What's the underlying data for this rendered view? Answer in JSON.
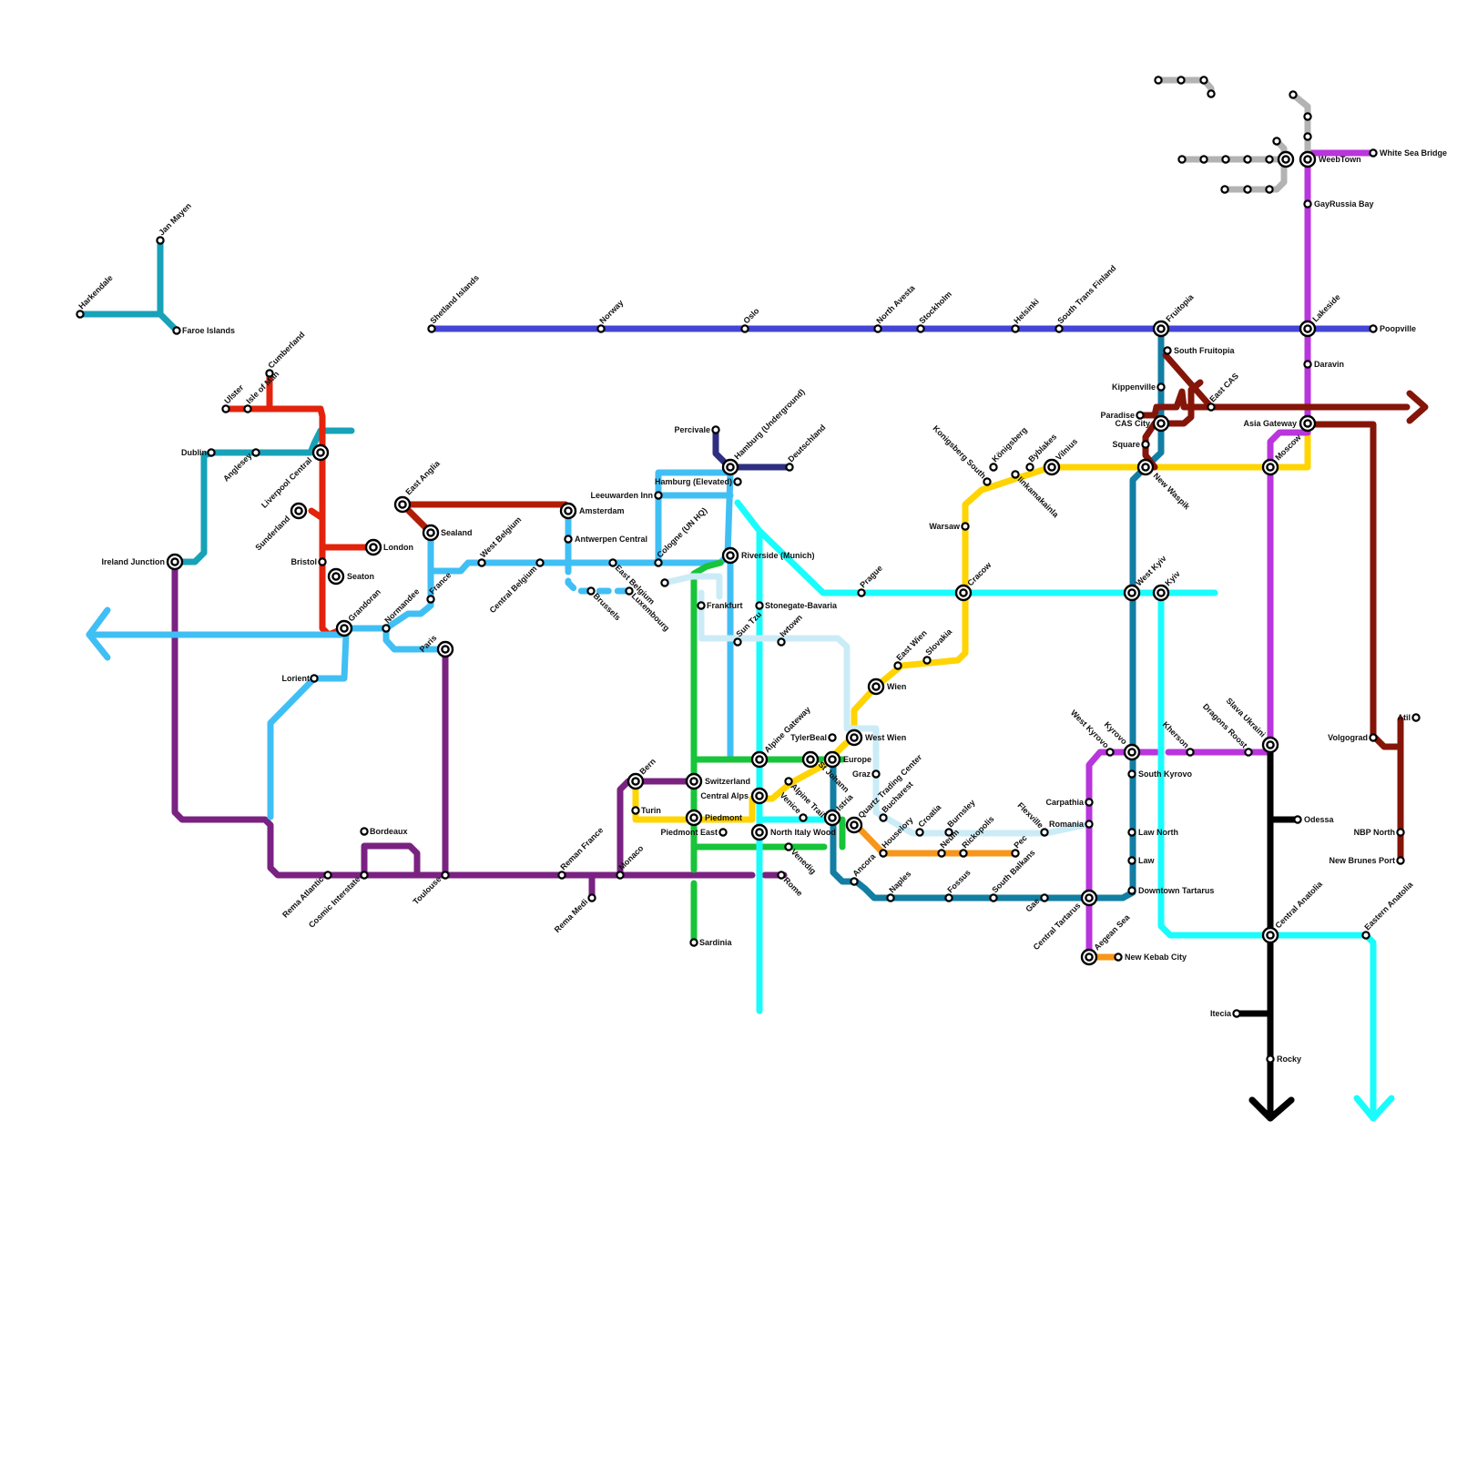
{
  "colors": {
    "darkred": "#b31d06",
    "red": "#e3230c",
    "orange": "#f7961a",
    "yellow": "#ffd400",
    "green": "#18c43a",
    "lightblue": "#40bff5",
    "paleblue": "#cbecf7",
    "cyan": "#1afcfc",
    "navy": "#2e2e80",
    "royal": "#4445d6",
    "teal": "#17a2b8",
    "petrol": "#127ea3",
    "purple": "#7a2282",
    "magenta": "#b935dc",
    "maroon": "#841508",
    "black": "#000000",
    "grey": "#b3b3b3"
  },
  "lines": [
    {
      "id": "north-sea",
      "color": "royal"
    },
    {
      "id": "ireland",
      "color": "teal"
    },
    {
      "id": "atlantic",
      "color": "purple"
    },
    {
      "id": "britain",
      "color": "red"
    },
    {
      "id": "channel",
      "color": "lightblue"
    },
    {
      "id": "anglia",
      "color": "darkred"
    },
    {
      "id": "rhine",
      "color": "navy"
    },
    {
      "id": "alpine",
      "color": "green"
    },
    {
      "id": "continental",
      "color": "cyan"
    },
    {
      "id": "danube",
      "color": "yellow"
    },
    {
      "id": "adriatic",
      "color": "orange"
    },
    {
      "id": "balkan",
      "color": "petrol"
    },
    {
      "id": "carpathian",
      "color": "paleblue"
    },
    {
      "id": "ukraine",
      "color": "magenta"
    },
    {
      "id": "caspian",
      "color": "maroon"
    },
    {
      "id": "ural",
      "color": "black"
    },
    {
      "id": "arctic",
      "color": "grey"
    }
  ],
  "stations": [
    {
      "name": "Harkendale"
    },
    {
      "name": "Jan Mayen"
    },
    {
      "name": "Faroe Islands"
    },
    {
      "name": "Shetland Islands"
    },
    {
      "name": "Norway"
    },
    {
      "name": "Oslo"
    },
    {
      "name": "North Avesta"
    },
    {
      "name": "Stockholm"
    },
    {
      "name": "Helsinki"
    },
    {
      "name": "South Trans Finland"
    },
    {
      "name": "Fruitopia"
    },
    {
      "name": "Lakeside"
    },
    {
      "name": "Poopville"
    },
    {
      "name": "Ulster"
    },
    {
      "name": "Isle of Man"
    },
    {
      "name": "Cumberland"
    },
    {
      "name": "Dublin"
    },
    {
      "name": "Anglesey"
    },
    {
      "name": "Liverpool Central"
    },
    {
      "name": "Sunderland"
    },
    {
      "name": "Ireland Junction"
    },
    {
      "name": "Bristol"
    },
    {
      "name": "London"
    },
    {
      "name": "Seaton"
    },
    {
      "name": "Grandoran"
    },
    {
      "name": "Normandee"
    },
    {
      "name": "France"
    },
    {
      "name": "Paris"
    },
    {
      "name": "Lorient"
    },
    {
      "name": "East Anglia"
    },
    {
      "name": "Sealand"
    },
    {
      "name": "West Belgium"
    },
    {
      "name": "Central Belgium"
    },
    {
      "name": "Amsterdam"
    },
    {
      "name": "Antwerpen Central"
    },
    {
      "name": "Brussels"
    },
    {
      "name": "East Belgium"
    },
    {
      "name": "Luxembourg"
    },
    {
      "name": "Leeuwarden Inn"
    },
    {
      "name": "Cologne (UN HQ)"
    },
    {
      "name": "Percivale"
    },
    {
      "name": "Hamburg (Underground)"
    },
    {
      "name": "Deutschland"
    },
    {
      "name": "Hamburg (Elevated)"
    },
    {
      "name": "Riverside (Munich)"
    },
    {
      "name": "Frankfurt"
    },
    {
      "name": "Stonegate-Bavaria"
    },
    {
      "name": "Sun Tzu"
    },
    {
      "name": "Iwtown"
    },
    {
      "name": "Prague"
    },
    {
      "name": "Cracow"
    },
    {
      "name": "West Kyiv"
    },
    {
      "name": "Kyiv"
    },
    {
      "name": "Warsaw"
    },
    {
      "name": "Königsberg"
    },
    {
      "name": "Konigsberg South"
    },
    {
      "name": "Byblakes"
    },
    {
      "name": "Vilnius"
    },
    {
      "name": "Iinkamakainla"
    },
    {
      "name": "New Waspik"
    },
    {
      "name": "Moscow"
    },
    {
      "name": "Asia Gateway"
    },
    {
      "name": "South Fruitopia"
    },
    {
      "name": "Kippenville"
    },
    {
      "name": "Paradise"
    },
    {
      "name": "CAS City"
    },
    {
      "name": "East CAS"
    },
    {
      "name": "Square"
    },
    {
      "name": "WeebTown"
    },
    {
      "name": "White Sea Bridge"
    },
    {
      "name": "GayRussia Bay"
    },
    {
      "name": "Daravin"
    },
    {
      "name": "East Wien"
    },
    {
      "name": "Slovakia"
    },
    {
      "name": "Wien"
    },
    {
      "name": "West Wien"
    },
    {
      "name": "TylerBeal"
    },
    {
      "name": "Europe"
    },
    {
      "name": "Graz"
    },
    {
      "name": "Alpine Gateway"
    },
    {
      "name": "St Johann"
    },
    {
      "name": "Alpine Trail"
    },
    {
      "name": "Central Alps"
    },
    {
      "name": "Venice"
    },
    {
      "name": "Istria"
    },
    {
      "name": "Quartz Trading Center"
    },
    {
      "name": "Bucharest"
    },
    {
      "name": "North Italy Wood"
    },
    {
      "name": "Venedig"
    },
    {
      "name": "Bern"
    },
    {
      "name": "Switzerland"
    },
    {
      "name": "Turin"
    },
    {
      "name": "Piedmont"
    },
    {
      "name": "Piedmont East"
    },
    {
      "name": "Sardinia"
    },
    {
      "name": "Ancora"
    },
    {
      "name": "Naples"
    },
    {
      "name": "Houselory"
    },
    {
      "name": "Croatia"
    },
    {
      "name": "Burnsley"
    },
    {
      "name": "Neum"
    },
    {
      "name": "Rickopolis"
    },
    {
      "name": "Pec"
    },
    {
      "name": "Fossus"
    },
    {
      "name": "South Balkans"
    },
    {
      "name": "Gae"
    },
    {
      "name": "Flexville"
    },
    {
      "name": "Romania"
    },
    {
      "name": "Carpathia"
    },
    {
      "name": "Central Tartarus"
    },
    {
      "name": "Aegean Sea"
    },
    {
      "name": "New Kebab City"
    },
    {
      "name": "West Kyrovo"
    },
    {
      "name": "Kyrovo"
    },
    {
      "name": "South Kyrovo"
    },
    {
      "name": "Law North"
    },
    {
      "name": "Law"
    },
    {
      "name": "Downtown Tartarus"
    },
    {
      "name": "Kherson"
    },
    {
      "name": "Dragons Roost"
    },
    {
      "name": "Slava Ukraini"
    },
    {
      "name": "Odessa"
    },
    {
      "name": "Central Anatolia"
    },
    {
      "name": "Eastern Anatolia"
    },
    {
      "name": "Itecia"
    },
    {
      "name": "Rocky"
    },
    {
      "name": "Atil"
    },
    {
      "name": "Volgograd"
    },
    {
      "name": "NBP North"
    },
    {
      "name": "New Brunes Port"
    },
    {
      "name": "Bordeaux"
    },
    {
      "name": "Rema Atlantic"
    },
    {
      "name": "Cosmic Interstate"
    },
    {
      "name": "Toulouse"
    },
    {
      "name": "Reman France"
    },
    {
      "name": "Rema Medi"
    },
    {
      "name": "Monaco"
    },
    {
      "name": "Rome"
    }
  ]
}
